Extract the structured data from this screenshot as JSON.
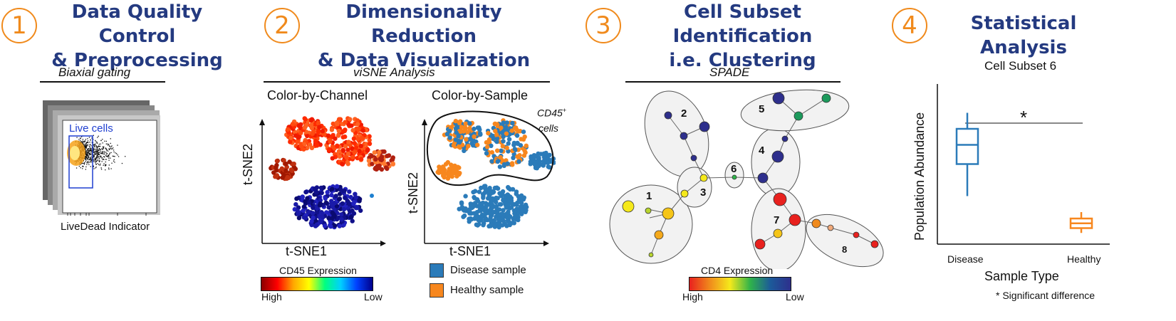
{
  "steps": [
    {
      "number": "1",
      "title": "Data Quality Control\n& Preprocessing"
    },
    {
      "number": "2",
      "title": "Dimensionality Reduction\n& Data Visualization"
    },
    {
      "number": "3",
      "title": "Cell Subset Identification\ni.e. Clustering"
    },
    {
      "number": "4",
      "title": "Statistical Analysis"
    }
  ],
  "panel1": {
    "method": "Biaxial gating",
    "gate_label": "Live cells",
    "xlabel": "LiveDead Indicator"
  },
  "panel2": {
    "method": "viSNE Analysis",
    "left_title": "Color-by-Channel",
    "right_title": "Color-by-Sample",
    "xlabel": "t-SNE1",
    "ylabel": "t-SNE2",
    "annotation": "CD45",
    "annotation_sup": "+",
    "annotation_line2": "cells",
    "colorbar_title": "CD45 Expression",
    "colorbar_high": "High",
    "colorbar_low": "Low",
    "legend": [
      {
        "label": "Disease sample",
        "color": "#2b7bb9"
      },
      {
        "label": "Healthy sample",
        "color": "#f7871e"
      }
    ]
  },
  "panel3": {
    "method": "SPADE",
    "clusters": [
      "1",
      "2",
      "3",
      "4",
      "5",
      "6",
      "7",
      "8"
    ],
    "colorbar_title": "CD4 Expression",
    "colorbar_high": "High",
    "colorbar_low": "Low"
  },
  "panel4": {
    "chart_data": {
      "type": "box",
      "title": "Cell Subset 6",
      "xlabel": "Sample Type",
      "ylabel": "Population Abundance",
      "categories": [
        "Disease",
        "Healthy"
      ],
      "boxes": [
        {
          "name": "Disease",
          "color": "#2b7bb9",
          "whisker_low": 0.3,
          "q1": 0.5,
          "median": 0.62,
          "q3": 0.72,
          "whisker_high": 0.82
        },
        {
          "name": "Healthy",
          "color": "#f7871e",
          "whisker_low": 0.07,
          "q1": 0.1,
          "median": 0.13,
          "q3": 0.16,
          "whisker_high": 0.2
        }
      ],
      "ylim": [
        0,
        1
      ],
      "significance_marker": "*",
      "footnote": "* Significant difference"
    }
  },
  "colors": {
    "accent": "#f08a1c",
    "title": "#243a80",
    "disease": "#2b7bb9",
    "healthy": "#f7871e",
    "gate": "#1f3fd0"
  }
}
